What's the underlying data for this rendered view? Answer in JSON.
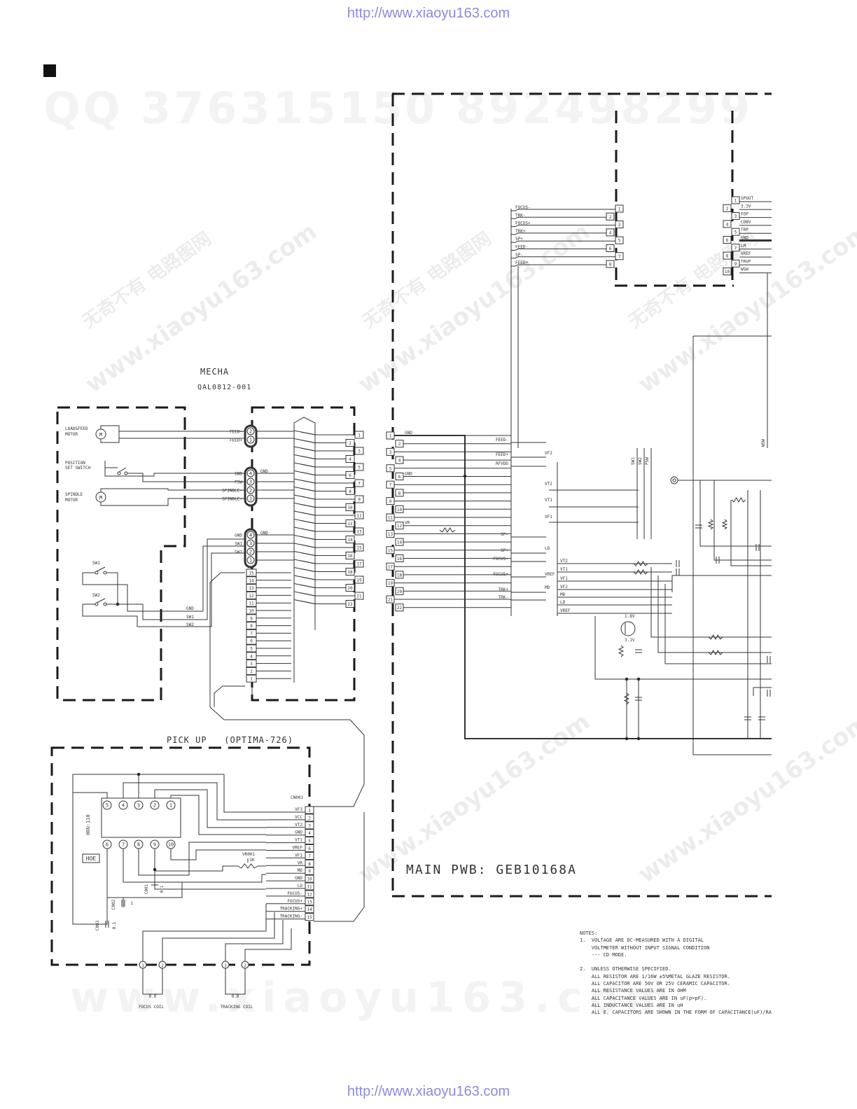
{
  "header": {
    "url": "http://www.xiaoyu163.com"
  },
  "footer": {
    "url": "http://www.xiaoyu163.com"
  },
  "watermarks": {
    "qq": "QQ 376315150   892498299",
    "site": "www.xiaoyu163.com",
    "slogan": "无奇不有 电路图网",
    "bottom": "www.xiaoyu163.com"
  },
  "mecha": {
    "title": "MECHA",
    "part": "QAL0812-001",
    "components": [
      "LOAD&FEED MOTOR",
      "POSITION SET SWITCH",
      "SPINDLE MOTOR",
      "SW1",
      "SW2"
    ],
    "connector_a": [
      "FEED-",
      "FEED+"
    ],
    "connector_b": [
      "GND",
      "PSW",
      "SPINDLE-",
      "SPINDLE+"
    ],
    "connector_c": [
      "GND",
      "SW1",
      "SW2"
    ],
    "side_labels": [
      "GND",
      "GND"
    ],
    "sw_bus": [
      "GND",
      "SW1",
      "SW2"
    ],
    "pins_22": [
      "1",
      "2",
      "3",
      "4",
      "5",
      "6",
      "7",
      "8",
      "9",
      "10",
      "11",
      "12",
      "13",
      "14",
      "15",
      "16",
      "17",
      "18",
      "19",
      "20",
      "21",
      "22"
    ],
    "pins_15": [
      "15",
      "14",
      "13",
      "12",
      "11",
      "10",
      "9",
      "8",
      "7",
      "6",
      "5",
      "4",
      "3",
      "2",
      "1"
    ]
  },
  "pickup": {
    "title": "PICK UP   (OPTIMA-726)",
    "ic": "HOU-110",
    "hoe": "HOE",
    "ic_top_pins": [
      "5",
      "4",
      "3",
      "2",
      "1"
    ],
    "ic_bottom_pins": [
      "6",
      "7",
      "8",
      "9",
      "10"
    ],
    "connector": "CN001",
    "pins": [
      "VF3",
      "VCC",
      "VT2",
      "GND",
      "VT1",
      "VREF",
      "VF1",
      "VR",
      "MD",
      "GND",
      "LD",
      "FOCUS-",
      "FOCUS+",
      "TRACKING+",
      "TRACKING-"
    ],
    "pin_numbers": [
      "1",
      "2",
      "3",
      "4",
      "5",
      "6",
      "7",
      "8",
      "9",
      "10",
      "11",
      "12",
      "13",
      "14",
      "15"
    ],
    "vr": "VR001",
    "vr_value": "1K",
    "caps": [
      {
        "name": "C001",
        "value": "0.1"
      },
      {
        "name": "C002",
        "value": "1"
      },
      {
        "name": "C003",
        "value": "0.1"
      }
    ],
    "coils": [
      "FOCUS COIL",
      "TRACKING COIL"
    ],
    "coil_values": [
      "0.0",
      "0.0"
    ]
  },
  "main": {
    "title": "MAIN PWB: GEB10168A",
    "cn_left": [
      "1",
      "2",
      "3",
      "4",
      "5",
      "6",
      "7",
      "8",
      "9",
      "10",
      "11",
      "12",
      "13",
      "14",
      "15",
      "16",
      "17",
      "18",
      "19",
      "20",
      "21",
      "22"
    ],
    "cn_left_labels": [
      {
        "pin": "1",
        "text": "GND"
      },
      {
        "pin": "6",
        "text": "GND"
      },
      {
        "pin": "12",
        "text": "VR"
      }
    ],
    "nets_left": [
      "FEED-",
      "FEED+",
      "RFVDD",
      "SP-",
      "SP+",
      "FOCUS-",
      "FOCUS+",
      "TRK+",
      "TRK-"
    ],
    "nets_mid": [
      "VF2",
      "VT2",
      "VT1",
      "VF1",
      "LD",
      "VREF",
      "MD"
    ],
    "nets_right": [
      "VT2",
      "VT1",
      "VF1",
      "VF2",
      "MD",
      "LD",
      "VREF"
    ],
    "switch_labels": [
      "SW1",
      "SW2",
      "PSW"
    ],
    "wsw": "WSW",
    "transistor_voltages": [
      "1.8V",
      "3.1V"
    ],
    "cn_top": {
      "labels": [
        "FOCUS-",
        "TRK-",
        "FOCUS+",
        "TRK+",
        "SP+",
        "FEED-",
        "SP-",
        "FEED+"
      ],
      "pins": [
        "1",
        "2",
        "3",
        "4",
        "5",
        "6",
        "7",
        "8"
      ]
    },
    "cn_right": {
      "labels": [
        "SPOUT",
        "3.3V",
        "FOP",
        "CDBV",
        "TRP",
        "GND",
        "LM",
        "VREF",
        "TRVP",
        "WSW"
      ],
      "pins": [
        "1",
        "2",
        "3",
        "4",
        "5",
        "6",
        "7",
        "8",
        "9",
        "10"
      ]
    }
  },
  "notes": {
    "title": "NOTES:",
    "items": [
      "1.  VOLTAGE ARE DC-MEASURED WITH A DIGITAL",
      "    VOLTMETER WITHOUT INPUT SIGNAL CONDITION",
      "    --- CD MODE.",
      "",
      "2.  UNLESS OTHERWISE SPECIFIED.",
      "    ALL RESISTOR ARE 1/16W ±5%METAL GLAZE RESISTOR.",
      "    ALL CAPACITOR ARE 50V OR 25V CERAMIC CAPACITOR.",
      "    ALL RESISTANCE VALUES ARE IN OHM",
      "    ALL CAPACITANCE VALUES ARE IN uF(p=pF).",
      "    ALL INDUCTANCE VALUES ARE IN uH",
      "    ALL E. CAPACITORS ARE SHOWN IN THE FORM OF CAPACITANCE(uF)/RA"
    ]
  }
}
